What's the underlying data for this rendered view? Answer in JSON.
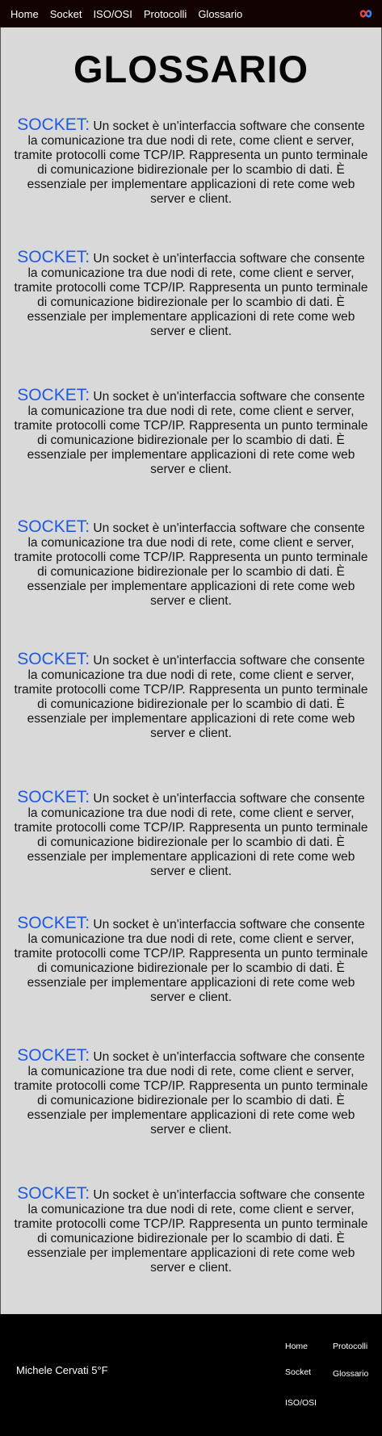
{
  "nav": {
    "links": [
      "Home",
      "Socket",
      "ISO/OSI",
      "Protocolli",
      "Glossario"
    ],
    "logo_icon": "infinity-logo-icon"
  },
  "main": {
    "title": "GLOSSARIO",
    "entries": [
      {
        "term": "SOCKET:",
        "definition": "Un socket è un'interfaccia software che consente la comunicazione tra due nodi di rete, come client e server, tramite protocolli come TCP/IP. Rappresenta un punto terminale di comunicazione bidirezionale per lo scambio di dati. È essenziale per implementare applicazioni di rete come web server e client."
      },
      {
        "term": "SOCKET:",
        "definition": "Un socket è un'interfaccia software che consente la comunicazione tra due nodi di rete, come client e server, tramite protocolli come TCP/IP. Rappresenta un punto terminale di comunicazione bidirezionale per lo scambio di dati. È essenziale per implementare applicazioni di rete come web server e client."
      },
      {
        "term": "SOCKET:",
        "definition": "Un socket è un'interfaccia software che consente la comunicazione tra due nodi di rete, come client e server, tramite protocolli come TCP/IP. Rappresenta un punto terminale di comunicazione bidirezionale per lo scambio di dati. È essenziale per implementare applicazioni di rete come web server e client."
      },
      {
        "term": "SOCKET:",
        "definition": "Un socket è un'interfaccia software che consente la comunicazione tra due nodi di rete, come client e server, tramite protocolli come TCP/IP. Rappresenta un punto terminale di comunicazione bidirezionale per lo scambio di dati. È essenziale per implementare applicazioni di rete come web server e client."
      },
      {
        "term": "SOCKET:",
        "definition": "Un socket è un'interfaccia software che consente la comunicazione tra due nodi di rete, come client e server, tramite protocolli come TCP/IP. Rappresenta un punto terminale di comunicazione bidirezionale per lo scambio di dati. È essenziale per implementare applicazioni di rete come web server e client."
      },
      {
        "term": "SOCKET:",
        "definition": "Un socket è un'interfaccia software che consente la comunicazione tra due nodi di rete, come client e server, tramite protocolli come TCP/IP. Rappresenta un punto terminale di comunicazione bidirezionale per lo scambio di dati. È essenziale per implementare applicazioni di rete come web server e client."
      },
      {
        "term": "SOCKET:",
        "definition": "Un socket è un'interfaccia software che consente la comunicazione tra due nodi di rete, come client e server, tramite protocolli come TCP/IP. Rappresenta un punto terminale di comunicazione bidirezionale per lo scambio di dati. È essenziale per implementare applicazioni di rete come web server e client."
      },
      {
        "term": "SOCKET:",
        "definition": "Un socket è un'interfaccia software che consente la comunicazione tra due nodi di rete, come client e server, tramite protocolli come TCP/IP. Rappresenta un punto terminale di comunicazione bidirezionale per lo scambio di dati. È essenziale per implementare applicazioni di rete come web server e client."
      },
      {
        "term": "SOCKET:",
        "definition": "Un socket è un'interfaccia software che consente la comunicazione tra due nodi di rete, come client e server, tramite protocolli come TCP/IP. Rappresenta un punto terminale di comunicazione bidirezionale per lo scambio di dati. È essenziale per implementare applicazioni di rete come web server e client."
      }
    ]
  },
  "footer": {
    "author": "Michele Cervati 5°F",
    "links": [
      "Home",
      "Protocolli",
      "Socket",
      "Glossario",
      "ISO/OSI"
    ]
  },
  "colors": {
    "navbar_bg": "#120202",
    "page_bg": "#d9d9d9",
    "term_color": "#2059e0",
    "footer_bg": "#000000"
  }
}
